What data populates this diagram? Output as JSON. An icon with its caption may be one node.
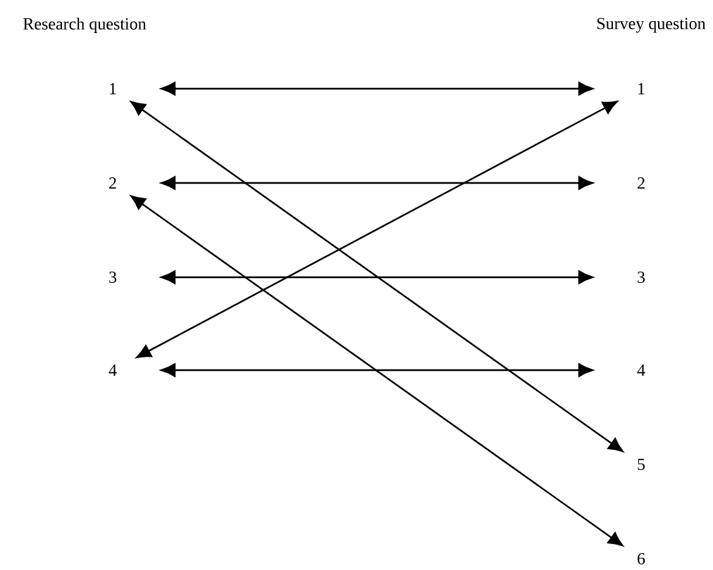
{
  "diagram": {
    "nodes": [
      {
        "text": [
          "1"
        ]
      },
      {
        "text": [
          "2"
        ]
      },
      {
        "text": [
          "3"
        ]
      },
      {
        "text": [
          "4"
        ]
      },
      {
        "text": [
          "1"
        ]
      },
      {
        "text": [
          "2"
        ]
      },
      {
        "text": [
          "3"
        ]
      },
      {
        "text": [
          "4"
        ]
      },
      {
        "text": [
          "5"
        ]
      },
      {
        "text": [
          "6"
        ]
      }
    ],
    "edges": [
      {
        "from": 0,
        "to": 4,
        "arrow": "both"
      },
      {
        "from": 0,
        "to": 8,
        "arrow": "both"
      },
      {
        "from": 1,
        "to": 5,
        "arrow": "both"
      },
      {
        "from": 1,
        "to": 9,
        "arrow": "both"
      },
      {
        "from": 2,
        "to": 6,
        "arrow": "both"
      },
      {
        "from": 3,
        "to": 4,
        "arrow": "both"
      },
      {
        "from": 3,
        "to": 7,
        "arrow": "both"
      }
    ],
    "labels": [
      "Research question",
      "Survey question"
    ]
  }
}
